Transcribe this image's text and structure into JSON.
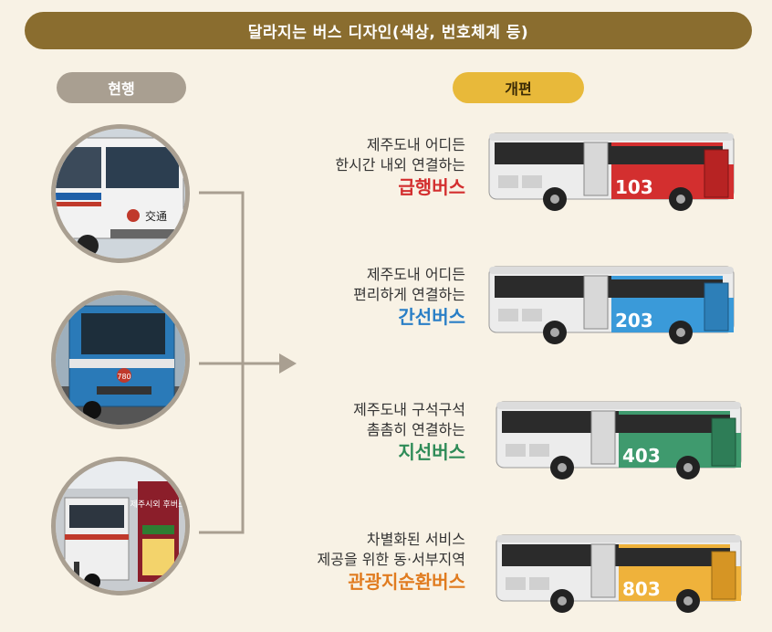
{
  "header": {
    "title": "달라지는 버스 디자인(색상, 번호체계 등)"
  },
  "labels": {
    "current": "현행",
    "reform": "개편"
  },
  "current_photos": [
    {
      "name": "old-bus-white-photo",
      "sign": "交通",
      "number": ""
    },
    {
      "name": "old-bus-blue-photo",
      "sign": "",
      "number": "780"
    },
    {
      "name": "old-bus-stop-photo",
      "sign": "제주시외 후버스",
      "number": ""
    }
  ],
  "routes": [
    {
      "line1": "제주도내 어디든",
      "line2": "한시간 내외 연결하는",
      "name": "급행버스",
      "color": "#d32f2f",
      "bus_number": "103"
    },
    {
      "line1": "제주도내 어디든",
      "line2": "편리하게 연결하는",
      "name": "간선버스",
      "color": "#3a9ad9",
      "bus_number": "203"
    },
    {
      "line1": "제주도내 구석구석",
      "line2": "촘촘히 연결하는",
      "name": "지선버스",
      "color": "#2e8b57",
      "bus_number": "403"
    },
    {
      "line1": "차별화된 서비스",
      "line2": "제공을 위한 동·서부지역",
      "name": "관광지순환버스",
      "color": "#e59a2b",
      "bus_number": "803"
    }
  ]
}
